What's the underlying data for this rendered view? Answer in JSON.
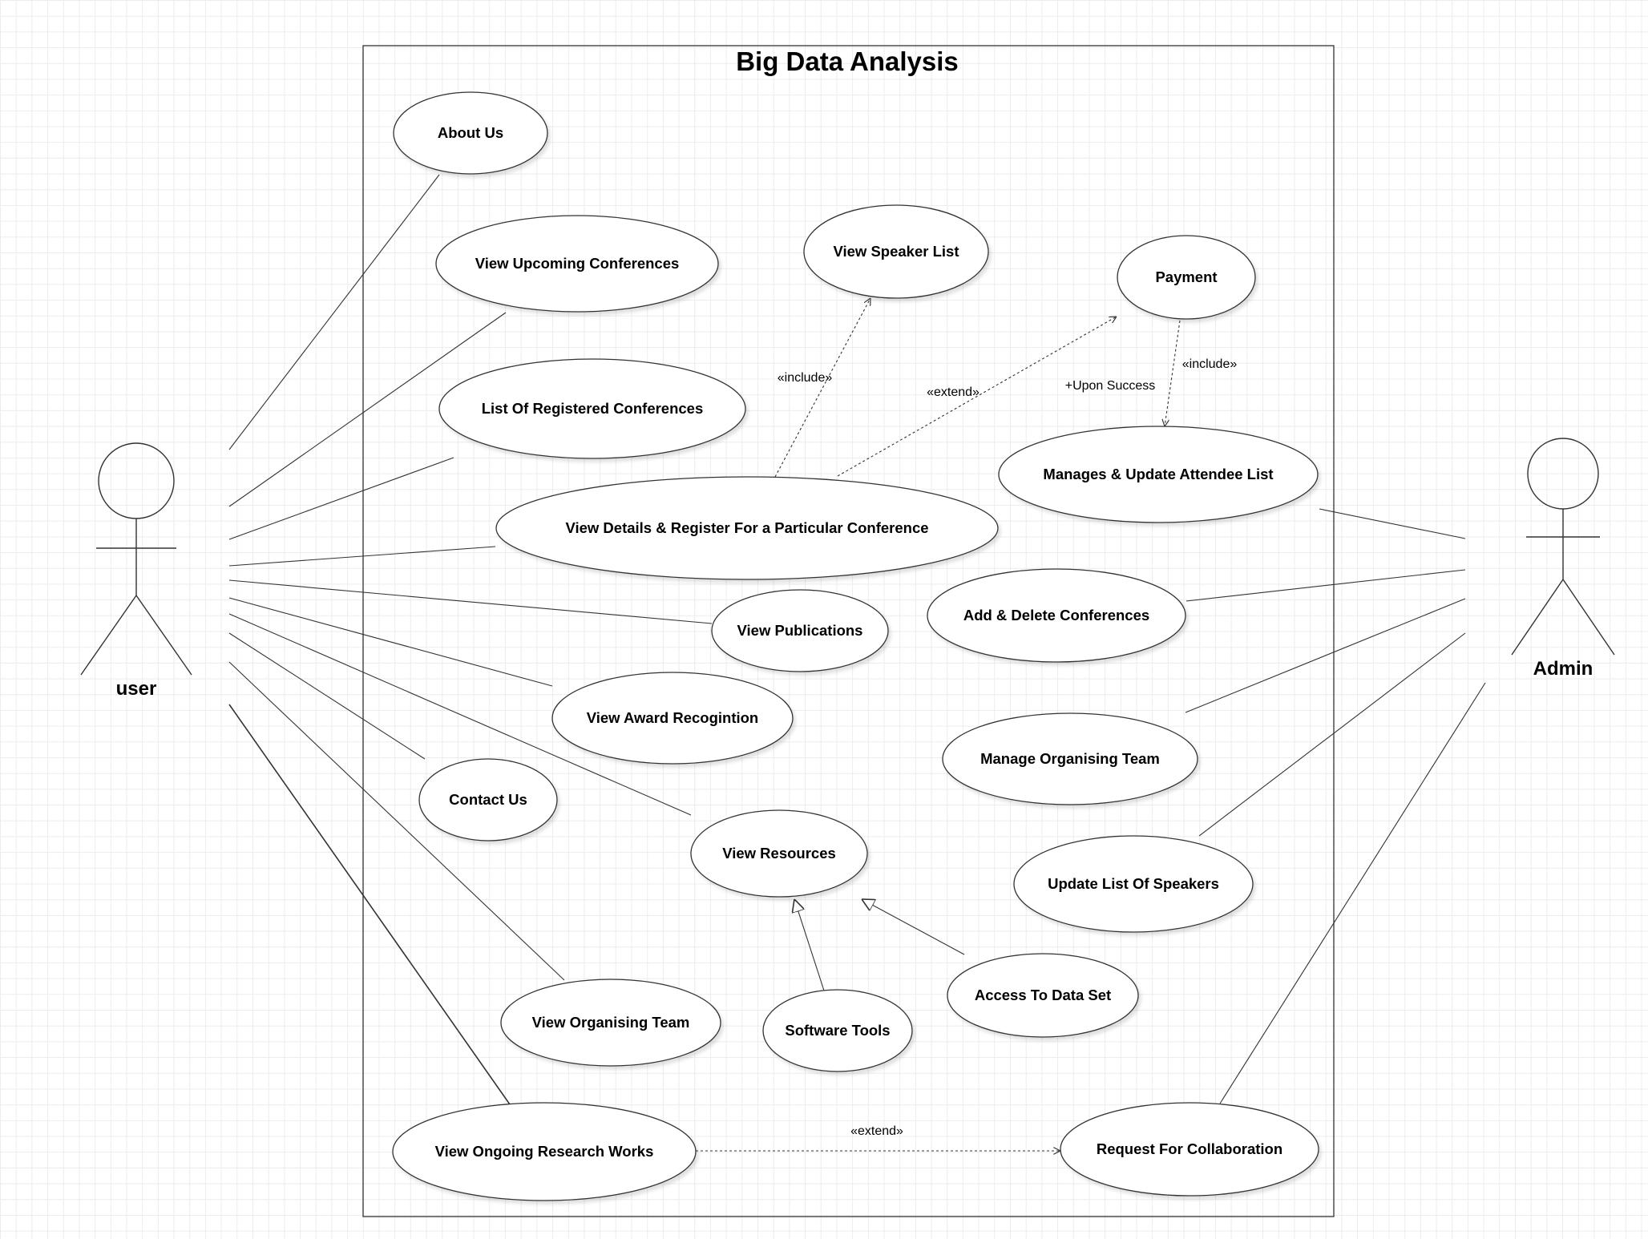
{
  "system": {
    "title": "Big Data Analysis"
  },
  "actors": {
    "user": "user",
    "admin": "Admin"
  },
  "use_cases": {
    "about_us": "About Us",
    "view_upcoming_conferences": "View Upcoming Conferences",
    "list_registered_conferences": "List Of Registered Conferences",
    "view_details_register": "View Details & Register For a  Particular Conference",
    "view_speaker_list": "View Speaker List",
    "payment": "Payment",
    "manage_attendee_list": "Manages & Update Attendee List",
    "add_delete_conferences": "Add & Delete Conferences",
    "view_publications": "View Publications",
    "view_award_recognition": "View Award Recogintion",
    "manage_organising_team": "Manage  Organising Team",
    "contact_us": "Contact Us",
    "view_resources": "View Resources",
    "update_list_speakers": "Update List Of Speakers",
    "access_data_set": "Access To Data Set",
    "software_tools": "Software Tools",
    "view_organising_team": "View Organising Team",
    "view_ongoing_research": "View Ongoing Research Works",
    "request_collaboration": "Request For Collaboration"
  },
  "relations": {
    "include_speaker": "«include»",
    "extend_payment": "«extend»",
    "upon_success": "+Upon Success",
    "include_attendee": "«include»",
    "extend_collaboration": "«extend»"
  }
}
